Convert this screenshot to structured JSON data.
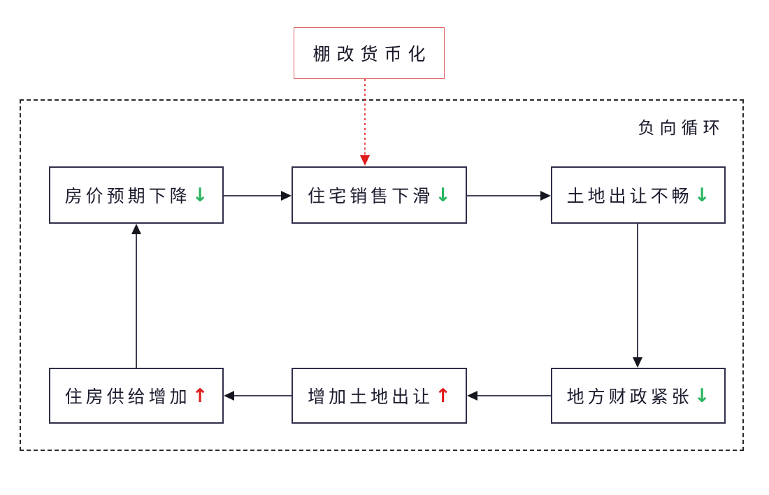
{
  "trigger": {
    "label": "棚改货币化"
  },
  "cycle": {
    "label": "负向循环",
    "nodes": [
      {
        "id": "price-expectation-decline",
        "label": "房价预期下降",
        "trend": "↓",
        "direction": "down"
      },
      {
        "id": "housing-sales-decline",
        "label": "住宅销售下滑",
        "trend": "↓",
        "direction": "down"
      },
      {
        "id": "land-transfer-blocked",
        "label": "土地出让不畅",
        "trend": "↓",
        "direction": "down"
      },
      {
        "id": "local-finance-strained",
        "label": "地方财政紧张",
        "trend": "↓",
        "direction": "down"
      },
      {
        "id": "increase-land-transfer",
        "label": "增加土地出让",
        "trend": "↑",
        "direction": "up"
      },
      {
        "id": "housing-supply-increase",
        "label": "住房供给增加",
        "trend": "↑",
        "direction": "up"
      }
    ],
    "edges": [
      "房价预期下降 → 住宅销售下滑",
      "住宅销售下滑 → 土地出让不畅",
      "土地出让不畅 → 地方财政紧张",
      "地方财政紧张 → 增加土地出让",
      "增加土地出让 → 住房供给增加",
      "住房供给增加 → 房价预期下降",
      "棚改货币化 ⇢ 住宅销售下滑"
    ]
  },
  "colors": {
    "green_trend": "#27b560",
    "red_trend": "#e01b1b",
    "box_border": "#2e2e4a",
    "trigger_border": "#e25f5f",
    "dashed_border": "#2a2a2a",
    "background": "#ffffff"
  }
}
